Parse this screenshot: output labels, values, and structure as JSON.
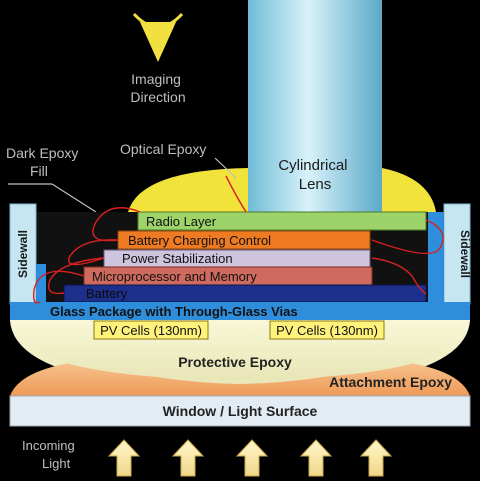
{
  "labels": {
    "imaging_direction": [
      "Imaging",
      "Direction"
    ],
    "dark_epoxy": [
      "Dark Epoxy",
      "Fill"
    ],
    "optical_epoxy": "Optical Epoxy",
    "cylindrical_lens": [
      "Cylindrical",
      "Lens"
    ],
    "sidewall_left": "Sidewall",
    "sidewall_right": "Sidewall",
    "radio_layer": "Radio Layer",
    "battery_charging": "Battery Charging Control",
    "power_stabilization": "Power Stabilization",
    "microprocessor": "Microprocessor and Memory",
    "battery": "Battery",
    "glass_package": "Glass Package with Through-Glass Vias",
    "pv_cells_left": "PV Cells (130nm)",
    "pv_cells_right": "PV Cells (130nm)",
    "protective_epoxy": "Protective Epoxy",
    "attachment_epoxy": "Attachment Epoxy",
    "window": "Window / Light Surface",
    "incoming_light": [
      "Incoming",
      "Light"
    ]
  },
  "colors": {
    "background": "#000000",
    "lens": "#a8dcec",
    "optical_epoxy": "#f2e33a",
    "radio_layer": "#9ed36a",
    "battery_charging": "#ee7a22",
    "power_stabilization": "#cfc4dd",
    "microprocessor": "#cf6a5e",
    "battery": "#1c2f8a",
    "glass_package": "#2f8edb",
    "pv_cells": "#fff27a",
    "protective_epoxy": "#f3f1c6",
    "attachment_epoxy": "#f0a868",
    "window": "#e3ecf2",
    "sidewall": "#c6e6f2",
    "wire": "#d92020",
    "arrow": "#fbe7a0"
  }
}
